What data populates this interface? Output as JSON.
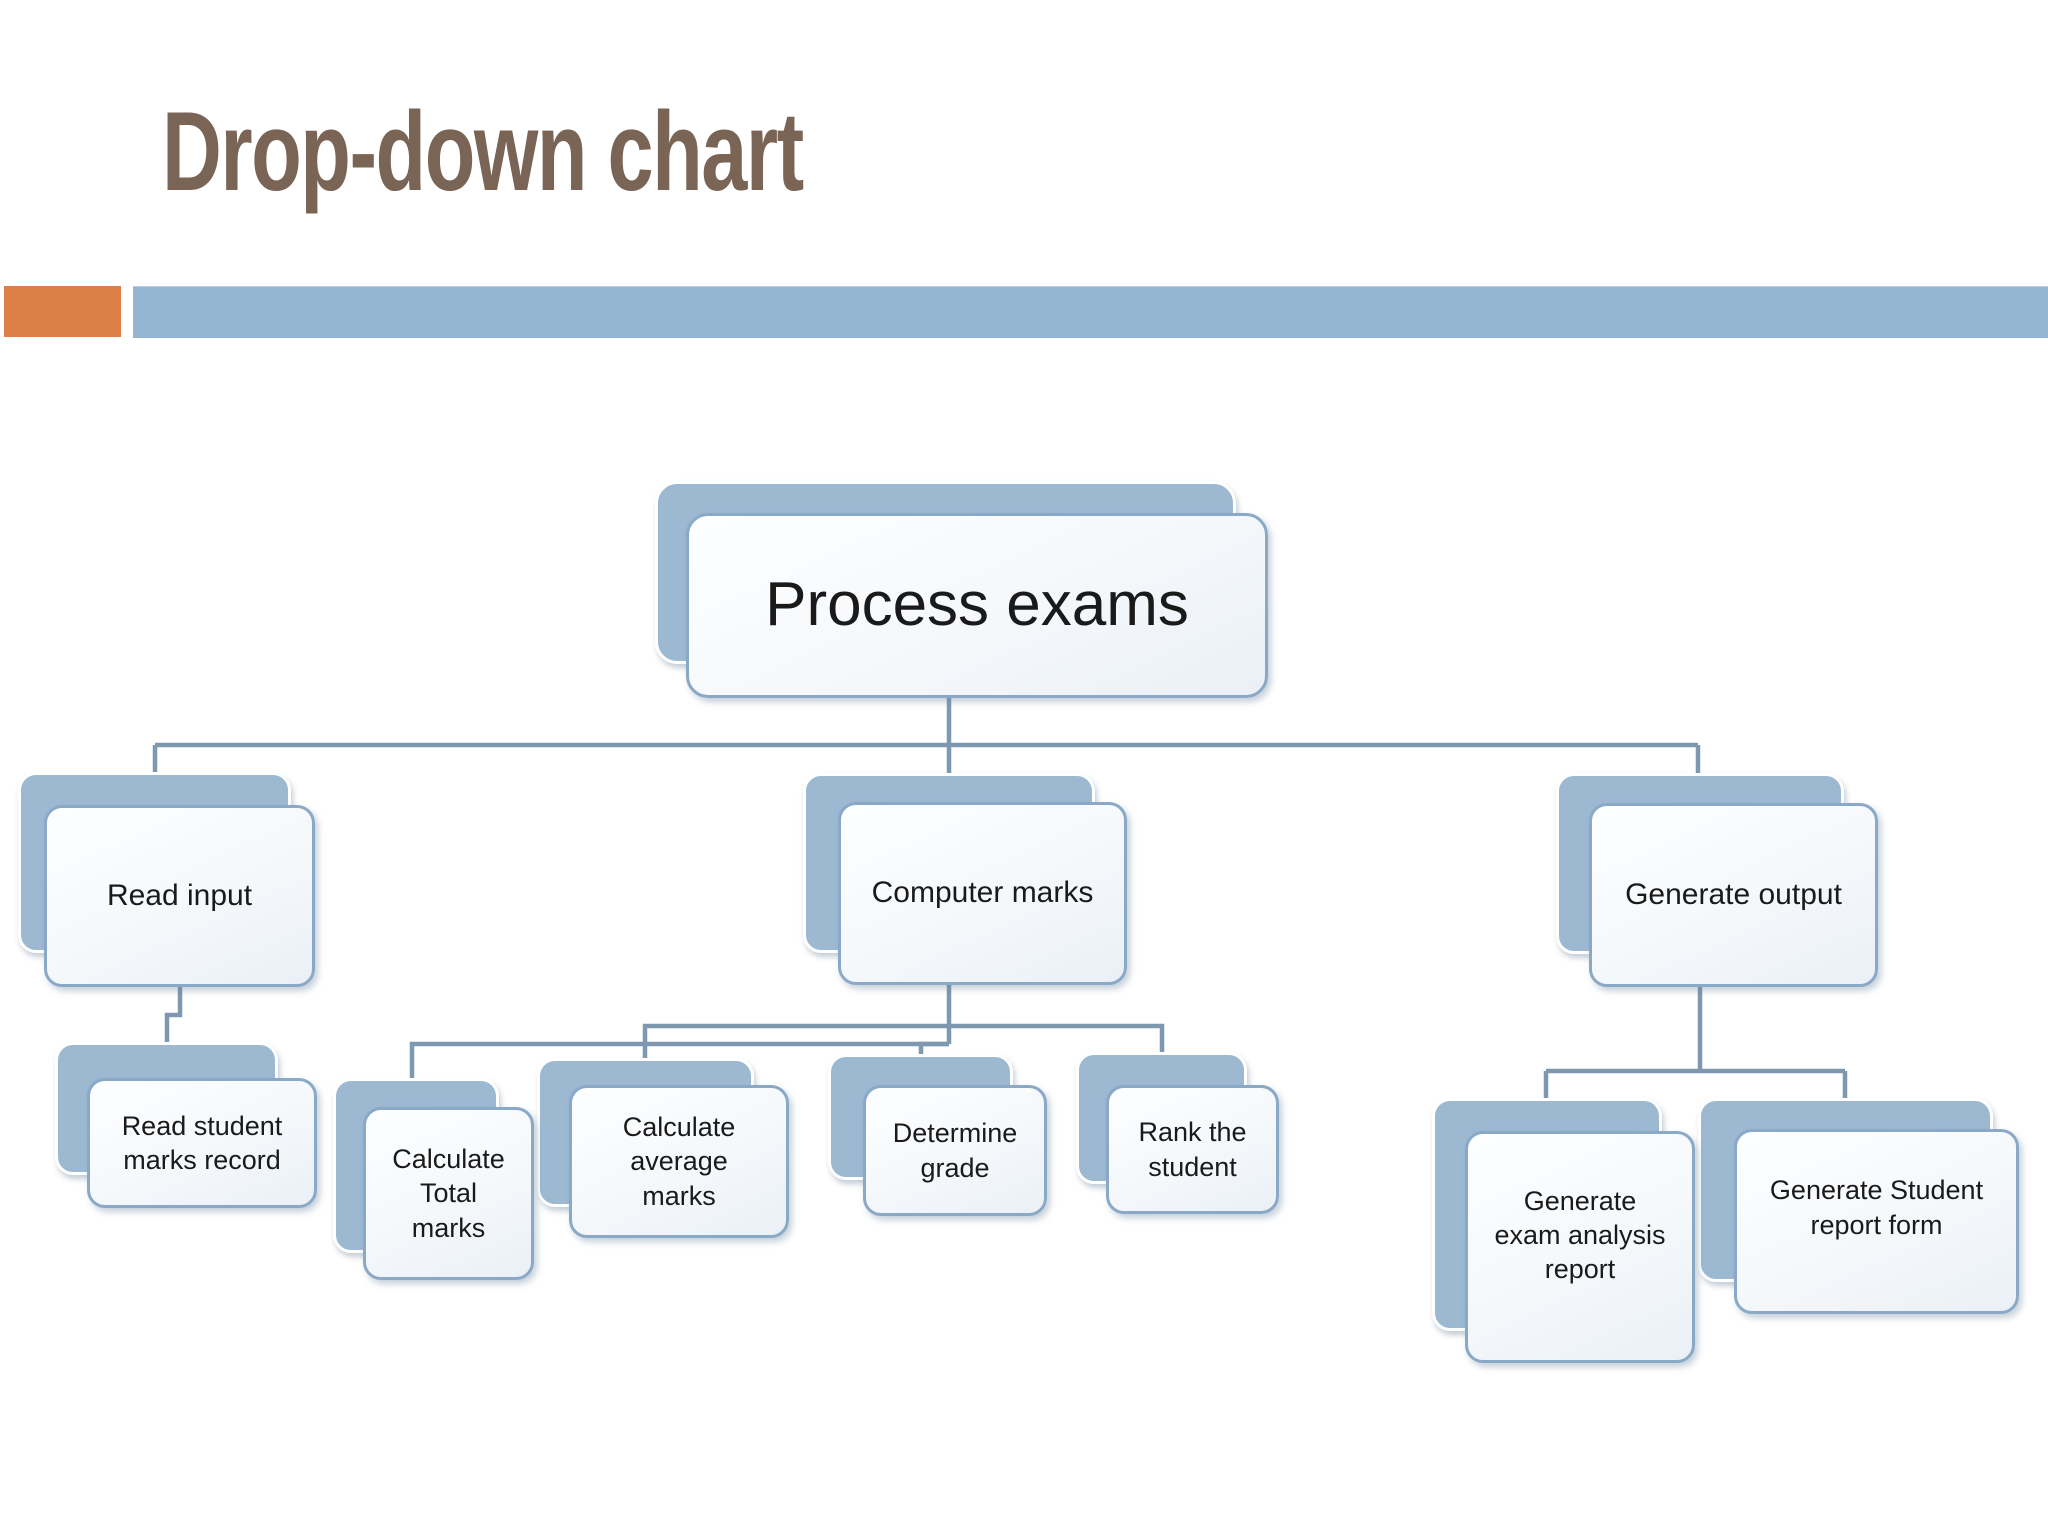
{
  "slide": {
    "title": "Drop-down chart",
    "colors": {
      "background": "#FFFFFF",
      "title_text": "#7A6455",
      "accent_orange": "#DD8047",
      "accent_blue": "#94B6D2",
      "node_back_fill": "#9DB9D2",
      "node_front_border": "#8AA9C7",
      "connector": "#7E98B0",
      "node_text": "#1A1A1A"
    }
  },
  "diagram": {
    "type": "hierarchy",
    "root": "Process exams",
    "structure": [
      {
        "parent": "Process exams",
        "children": [
          "Read input",
          "Computer marks",
          "Generate output"
        ]
      },
      {
        "parent": "Read input",
        "children": [
          "Read student marks record"
        ]
      },
      {
        "parent": "Computer marks",
        "children": [
          "Calculate Total marks",
          "Calculate average marks",
          "Determine grade",
          "Rank the student"
        ]
      },
      {
        "parent": "Generate output",
        "children": [
          "Generate exam analysis report",
          "Generate Student report form"
        ]
      }
    ],
    "nodes": {
      "process_exams": {
        "label": "Process exams",
        "lines": [
          "Process exams"
        ]
      },
      "read_input": {
        "label": "Read input",
        "lines": [
          "Read input"
        ]
      },
      "computer_marks": {
        "label": "Computer marks",
        "lines": [
          "Computer marks"
        ]
      },
      "generate_output": {
        "label": "Generate output",
        "lines": [
          "Generate output"
        ]
      },
      "read_student": {
        "label": "Read student marks record",
        "lines": [
          "Read student",
          "marks record"
        ]
      },
      "calc_total": {
        "label": "Calculate Total marks",
        "lines": [
          "Calculate",
          "Total",
          "marks"
        ]
      },
      "calc_avg": {
        "label": "Calculate average marks",
        "lines": [
          "Calculate",
          "average",
          "marks"
        ]
      },
      "det_grade": {
        "label": "Determine grade",
        "lines": [
          "Determine",
          "grade"
        ]
      },
      "rank_student": {
        "label": "Rank the student",
        "lines": [
          "Rank the",
          "student"
        ]
      },
      "gen_exam": {
        "label": "Generate exam analysis report",
        "lines": [
          "Generate",
          "exam analysis",
          "report"
        ]
      },
      "gen_report": {
        "label": "Generate Student report form",
        "lines": [
          "Generate Student",
          "report form"
        ]
      }
    }
  }
}
